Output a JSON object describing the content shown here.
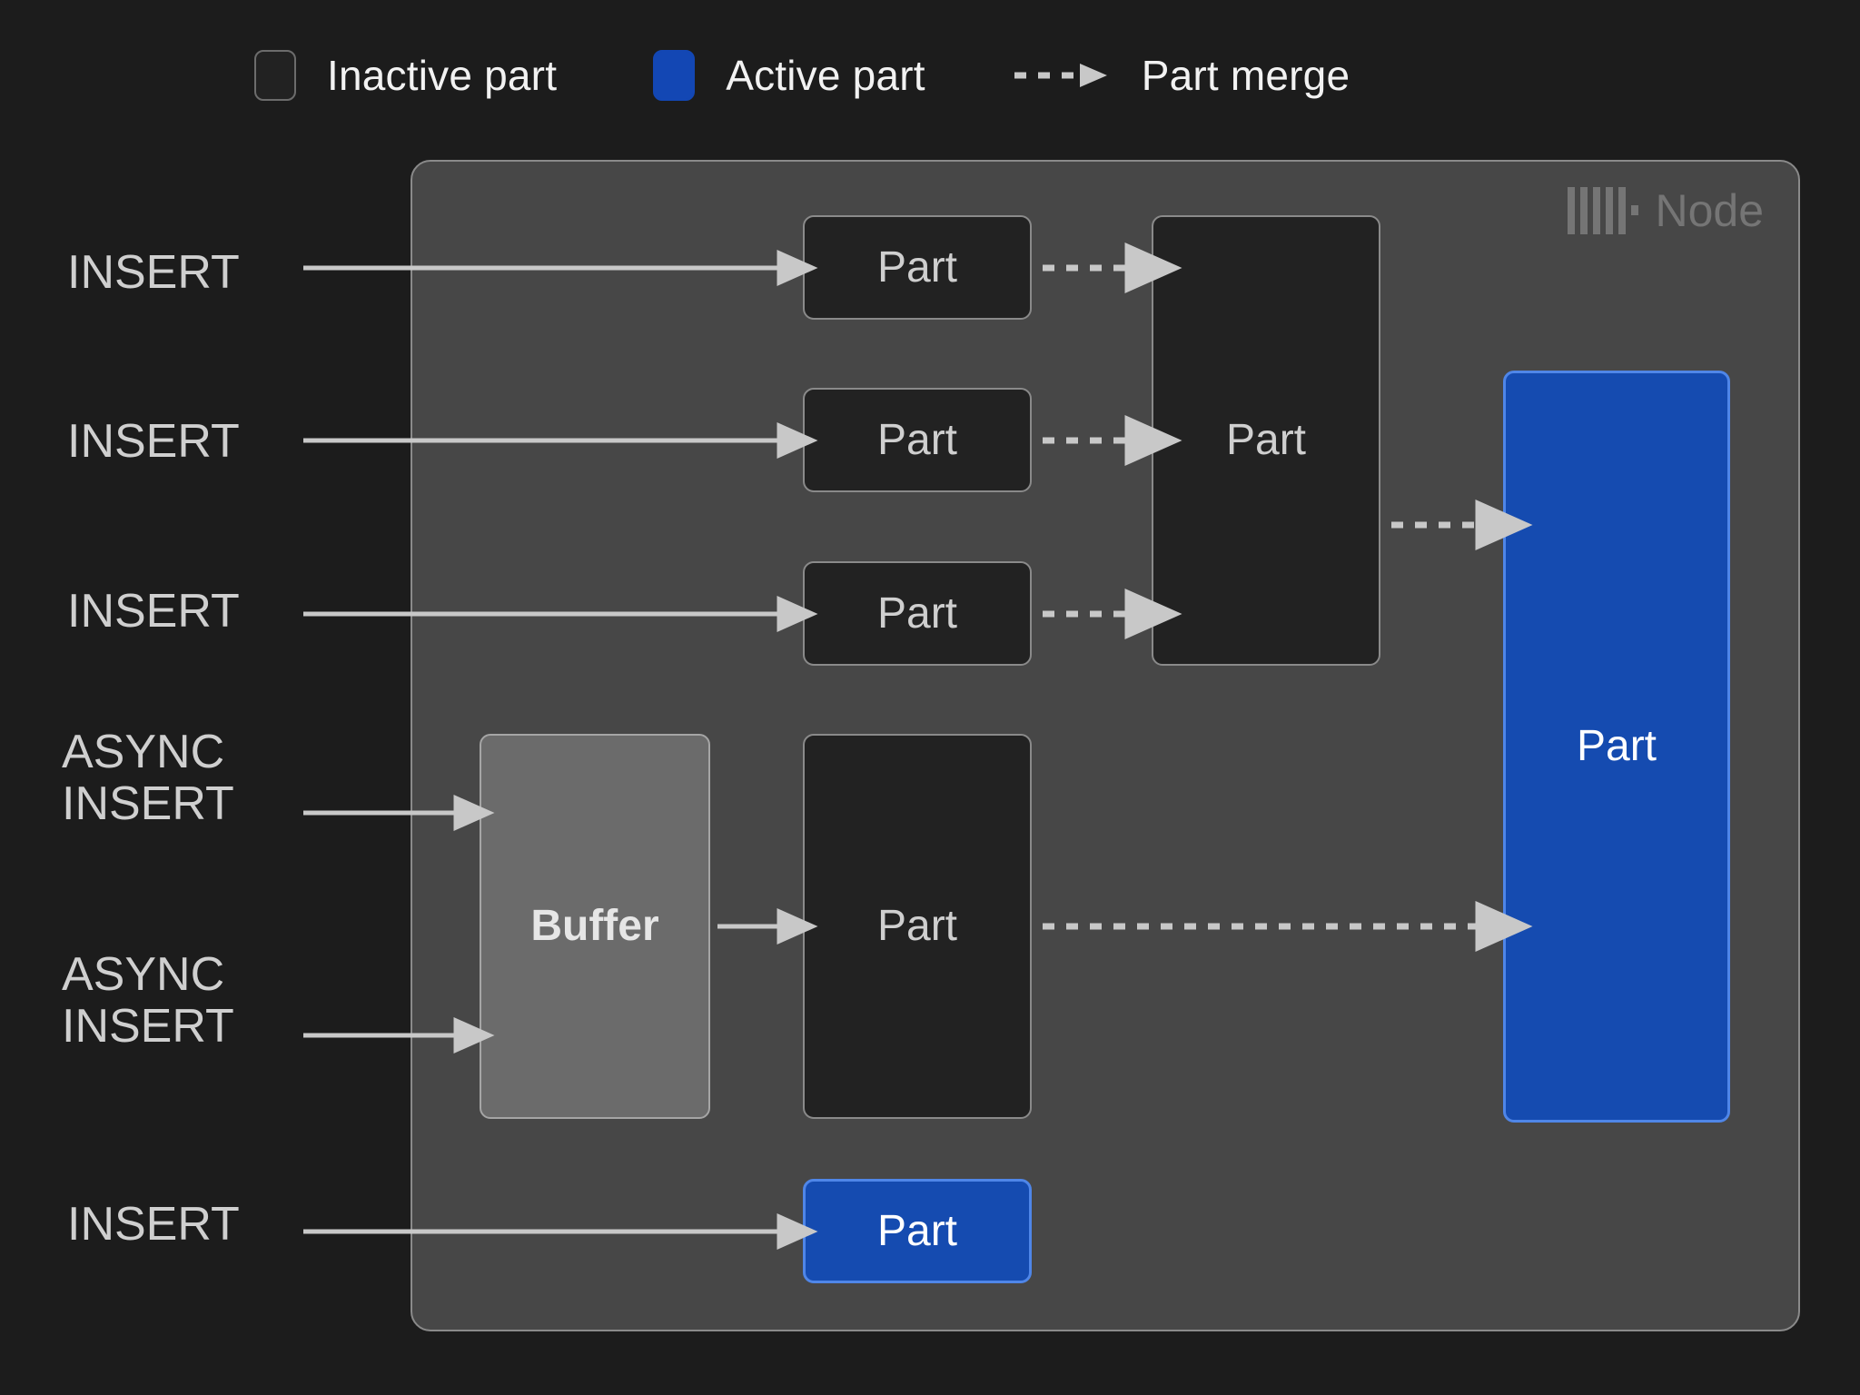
{
  "legend": {
    "items": [
      {
        "swatch": "inactive",
        "label": "Inactive part",
        "icon": "square-outline-icon"
      },
      {
        "swatch": "active",
        "label": "Active part",
        "icon": "square-filled-icon"
      },
      {
        "swatch": "arrow",
        "label": "Part merge",
        "icon": "dashed-arrow-icon"
      }
    ]
  },
  "node": {
    "tag_label": "Node",
    "logo_icon": "clickhouse-logo-icon"
  },
  "colors": {
    "background": "#1c1c1c",
    "node_fill": "#474747",
    "node_border": "#8a8a8a",
    "inactive_fill": "#222222",
    "inactive_border": "#8a8a8a",
    "active_fill": "#154bb0",
    "active_border": "#4f86e8",
    "buffer_fill": "#6b6b6b",
    "buffer_border": "#a5a5a5",
    "arrow": "#c8c8c8",
    "text": "#cfcfcf"
  },
  "sources": [
    {
      "id": "src-1",
      "label": "INSERT"
    },
    {
      "id": "src-2",
      "label": "INSERT"
    },
    {
      "id": "src-3",
      "label": "INSERT"
    },
    {
      "id": "src-4",
      "label": "ASYNC\nINSERT"
    },
    {
      "id": "src-5",
      "label": "ASYNC\nINSERT"
    },
    {
      "id": "src-6",
      "label": "INSERT"
    }
  ],
  "boxes": {
    "part_1": {
      "label": "Part",
      "state": "inactive"
    },
    "part_2": {
      "label": "Part",
      "state": "inactive"
    },
    "part_3": {
      "label": "Part",
      "state": "inactive"
    },
    "part_merged": {
      "label": "Part",
      "state": "inactive"
    },
    "buffer": {
      "label": "Buffer",
      "state": "buffer"
    },
    "part_async": {
      "label": "Part",
      "state": "inactive"
    },
    "part_final": {
      "label": "Part",
      "state": "active"
    },
    "part_bottom": {
      "label": "Part",
      "state": "active"
    }
  }
}
